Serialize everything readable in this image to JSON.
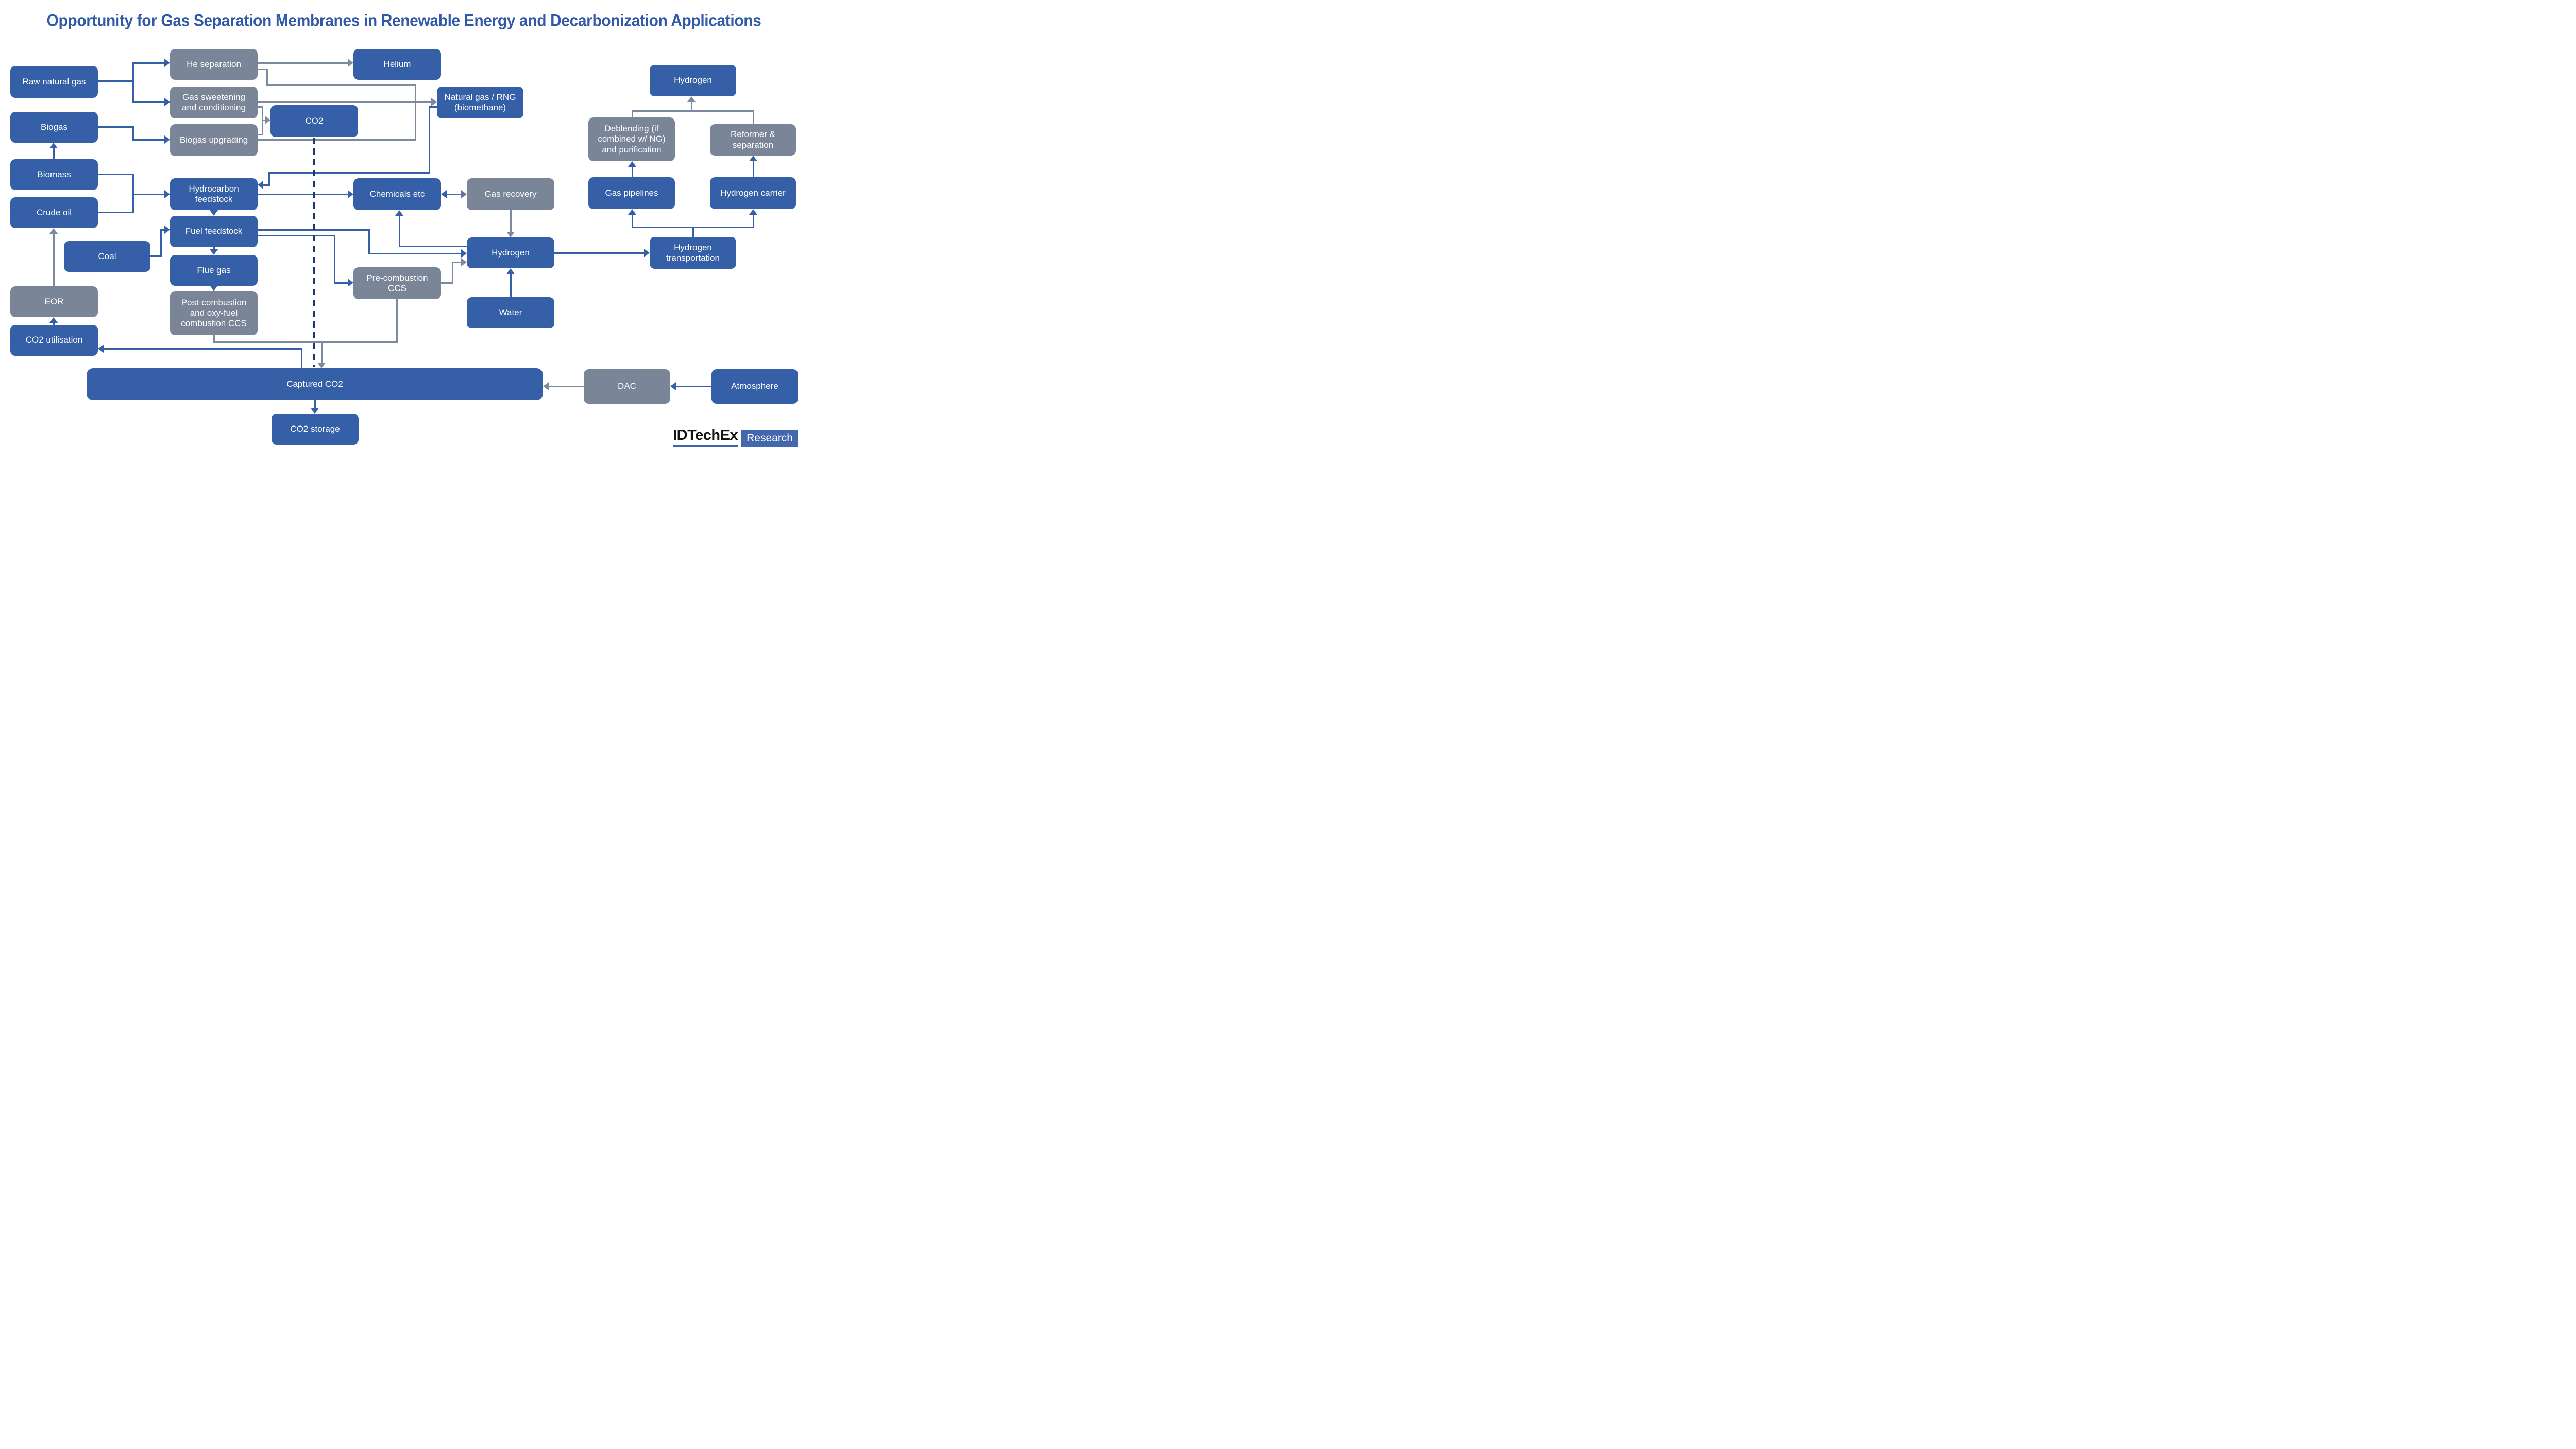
{
  "title": "Opportunity for Gas Separation Membranes in Renewable Energy and Decarbonization Applications",
  "logo": {
    "brand": "IDTechEx",
    "suffix": "Research"
  },
  "colors": {
    "box_blue": "#355fa6",
    "box_gray": "#7b8598",
    "line_blue": "#355fa6",
    "line_gray": "#7d8a9e",
    "dash_navy": "#1d3a6e",
    "title_text": "#3059a8",
    "logo_box": "#4468ad",
    "logo_underline": "#3f66ac",
    "double_arrow_left": "#355fa6",
    "double_arrow_right": "#62779c"
  },
  "nodes": [
    {
      "id": "raw-natural-gas",
      "label": "Raw natural gas",
      "kind": "blue"
    },
    {
      "id": "he-separation",
      "label": "He separation",
      "kind": "gray"
    },
    {
      "id": "helium",
      "label": "Helium",
      "kind": "blue"
    },
    {
      "id": "gas-sweetening",
      "label": "Gas sweetening and conditioning",
      "kind": "gray"
    },
    {
      "id": "biogas",
      "label": "Biogas",
      "kind": "blue"
    },
    {
      "id": "biogas-upgrading",
      "label": "Biogas upgrading",
      "kind": "gray"
    },
    {
      "id": "co2",
      "label": "CO2",
      "kind": "blue"
    },
    {
      "id": "natural-gas-rng",
      "label": "Natural gas / RNG (biomethane)",
      "kind": "blue"
    },
    {
      "id": "biomass",
      "label": "Biomass",
      "kind": "blue"
    },
    {
      "id": "crude-oil",
      "label": "Crude oil",
      "kind": "blue"
    },
    {
      "id": "hydrocarbon-feedstock",
      "label": "Hydrocarbon feedstock",
      "kind": "blue"
    },
    {
      "id": "chemicals-etc",
      "label": "Chemicals etc",
      "kind": "blue"
    },
    {
      "id": "gas-recovery",
      "label": "Gas recovery",
      "kind": "gray"
    },
    {
      "id": "coal",
      "label": "Coal",
      "kind": "blue"
    },
    {
      "id": "fuel-feedstock",
      "label": "Fuel feedstock",
      "kind": "blue"
    },
    {
      "id": "flue-gas",
      "label": "Flue gas",
      "kind": "blue"
    },
    {
      "id": "post-combustion-ccs",
      "label": "Post-combustion and oxy-fuel combustion CCS",
      "kind": "gray"
    },
    {
      "id": "pre-combustion-ccs",
      "label": "Pre-combustion CCS",
      "kind": "gray"
    },
    {
      "id": "hydrogen-production",
      "label": "Hydrogen",
      "kind": "blue"
    },
    {
      "id": "water",
      "label": "Water",
      "kind": "blue"
    },
    {
      "id": "eor",
      "label": "EOR",
      "kind": "gray"
    },
    {
      "id": "co2-utilisation",
      "label": "CO2 utilisation",
      "kind": "blue"
    },
    {
      "id": "hydrogen-end-use",
      "label": "Hydrogen",
      "kind": "blue"
    },
    {
      "id": "deblending",
      "label": "Deblending (if combined w/ NG) and purification",
      "kind": "gray"
    },
    {
      "id": "reformer-separation",
      "label": "Reformer & separation",
      "kind": "gray"
    },
    {
      "id": "gas-pipelines",
      "label": "Gas pipelines",
      "kind": "blue"
    },
    {
      "id": "hydrogen-carrier",
      "label": "Hydrogen carrier",
      "kind": "blue"
    },
    {
      "id": "hydrogen-transportation",
      "label": "Hydrogen transportation",
      "kind": "blue"
    },
    {
      "id": "captured-co2",
      "label": "Captured CO2",
      "kind": "blue"
    },
    {
      "id": "dac",
      "label": "DAC",
      "kind": "gray"
    },
    {
      "id": "atmosphere",
      "label": "Atmosphere",
      "kind": "blue"
    },
    {
      "id": "co2-storage",
      "label": "CO2 storage",
      "kind": "blue"
    }
  ]
}
